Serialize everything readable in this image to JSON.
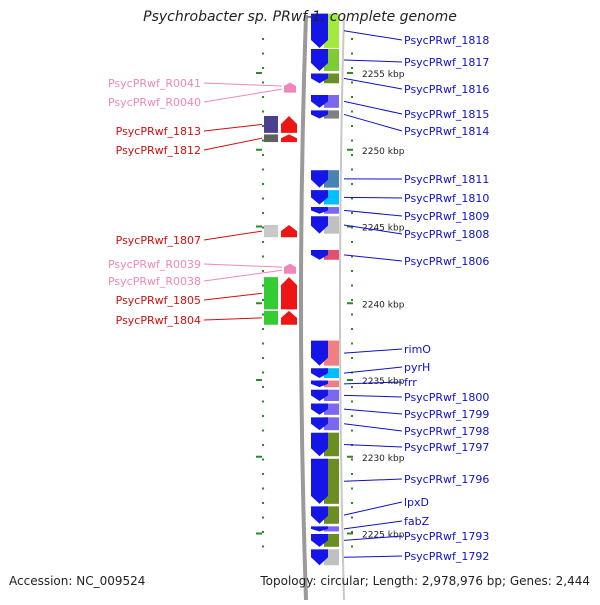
{
  "title": "Psychrobacter sp. PRwf-1, complete genome",
  "footer": {
    "accession": "Accession: NC_009524",
    "summary": "Topology: circular; Length: 2,978,976 bp; Genes: 2,444"
  },
  "colors": {
    "backbone": "#9a9a9a",
    "forward_label": "#1010c8",
    "reverse_label": "#d01010",
    "rna_label": "#ee88b8",
    "tick": "#2a8a2a",
    "cds_forward": "#1515e8",
    "cds_reverse": "#ee1515"
  },
  "scale": {
    "unit": "kbp",
    "ticks": [
      {
        "kbp": 2255,
        "label": "2255 kbp"
      },
      {
        "kbp": 2250,
        "label": "2250 kbp"
      },
      {
        "kbp": 2245,
        "label": "2245 kbp"
      },
      {
        "kbp": 2240,
        "label": "2240 kbp"
      },
      {
        "kbp": 2235,
        "label": "2235 kbp"
      },
      {
        "kbp": 2230,
        "label": "2230 kbp"
      },
      {
        "kbp": 2225,
        "label": "2225 kbp"
      }
    ]
  },
  "forward_features": [
    {
      "label": "PsycPRwf_1818",
      "start": 2256.6,
      "end": 2258.9,
      "cog": "#a4e840"
    },
    {
      "label": "PsycPRwf_1817",
      "start": 2255.1,
      "end": 2256.6,
      "cog": "#7ecb35"
    },
    {
      "label": "PsycPRwf_1816",
      "start": 2254.3,
      "end": 2255.0,
      "cog": "#6b8e23"
    },
    {
      "label": "PsycPRwf_1815",
      "start": 2252.7,
      "end": 2253.6,
      "cog": "#7b68ee"
    },
    {
      "label": "PsycPRwf_1814",
      "start": 2252.0,
      "end": 2252.6,
      "cog": "#808080"
    },
    {
      "label": "PsycPRwf_1811",
      "start": 2247.5,
      "end": 2248.7,
      "cog": "#4682b4"
    },
    {
      "label": "PsycPRwf_1810",
      "start": 2246.4,
      "end": 2247.4,
      "cog": "#00bfff"
    },
    {
      "label": "PsycPRwf_1809",
      "start": 2245.8,
      "end": 2246.3,
      "cog": "#7b68ee"
    },
    {
      "label": "PsycPRwf_1808",
      "start": 2244.5,
      "end": 2245.7,
      "cog": "#c0c0c0"
    },
    {
      "label": "PsycPRwf_1806",
      "start": 2242.8,
      "end": 2243.5,
      "cog": "#e05070"
    },
    {
      "label": "rimO",
      "start": 2235.9,
      "end": 2237.6,
      "cog": "#f08080"
    },
    {
      "label": "pyrH",
      "start": 2235.1,
      "end": 2235.8,
      "cog": "#00bfff"
    },
    {
      "label": "frr",
      "start": 2234.5,
      "end": 2235.0,
      "cog": "#f08080"
    },
    {
      "label": "PsycPRwf_1800",
      "start": 2233.6,
      "end": 2234.4,
      "cog": "#7b68ee"
    },
    {
      "label": "PsycPRwf_1799",
      "start": 2232.7,
      "end": 2233.5,
      "cog": "#7b68ee"
    },
    {
      "label": "PsycPRwf_1798",
      "start": 2231.7,
      "end": 2232.6,
      "cog": "#7b68ee"
    },
    {
      "label": "PsycPRwf_1797",
      "start": 2230.0,
      "end": 2231.6,
      "cog": "#6b8e23"
    },
    {
      "label": "PsycPRwf_1796",
      "start": 2226.9,
      "end": 2229.9,
      "cog": "#6b8e23"
    },
    {
      "label": "lpxD",
      "start": 2225.6,
      "end": 2226.8,
      "cog": "#6b8e23"
    },
    {
      "label": "fabZ",
      "start": 2225.1,
      "end": 2225.5,
      "cog": "#7b68ee"
    },
    {
      "label": "PsycPRwf_1793",
      "start": 2224.1,
      "end": 2225.0,
      "cog": "#6b8e23"
    },
    {
      "label": "PsycPRwf_1792",
      "start": 2222.9,
      "end": 2224.0,
      "cog": "#c0c0c0"
    }
  ],
  "reverse_features": [
    {
      "label": "PsycPRwf_R0041",
      "kind": "rna",
      "start": 2254.05,
      "end": 2254.25,
      "cog": "#ee88b8"
    },
    {
      "label": "PsycPRwf_R0040",
      "kind": "rna",
      "start": 2253.85,
      "end": 2254.05,
      "cog": "#ee88b8"
    },
    {
      "label": "PsycPRwf_1813",
      "kind": "cds",
      "start": 2251.1,
      "end": 2252.2,
      "cog": "#4b3f8f"
    },
    {
      "label": "PsycPRwf_1812",
      "kind": "cds",
      "start": 2250.5,
      "end": 2251.0,
      "cog": "#606060"
    },
    {
      "label": "PsycPRwf_1807",
      "kind": "cds",
      "start": 2244.3,
      "end": 2245.1,
      "cog": "#c8c8c8"
    },
    {
      "label": "PsycPRwf_R0039",
      "kind": "rna",
      "start": 2242.25,
      "end": 2242.45,
      "cog": "#ee88b8"
    },
    {
      "label": "PsycPRwf_R0038",
      "kind": "rna",
      "start": 2242.05,
      "end": 2242.25,
      "cog": "#ee88b8"
    },
    {
      "label": "PsycPRwf_1805",
      "kind": "cds",
      "start": 2239.6,
      "end": 2241.7,
      "cog": "#33cc33"
    },
    {
      "label": "PsycPRwf_1804",
      "kind": "cds",
      "start": 2238.6,
      "end": 2239.5,
      "cog": "#33cc33"
    }
  ]
}
